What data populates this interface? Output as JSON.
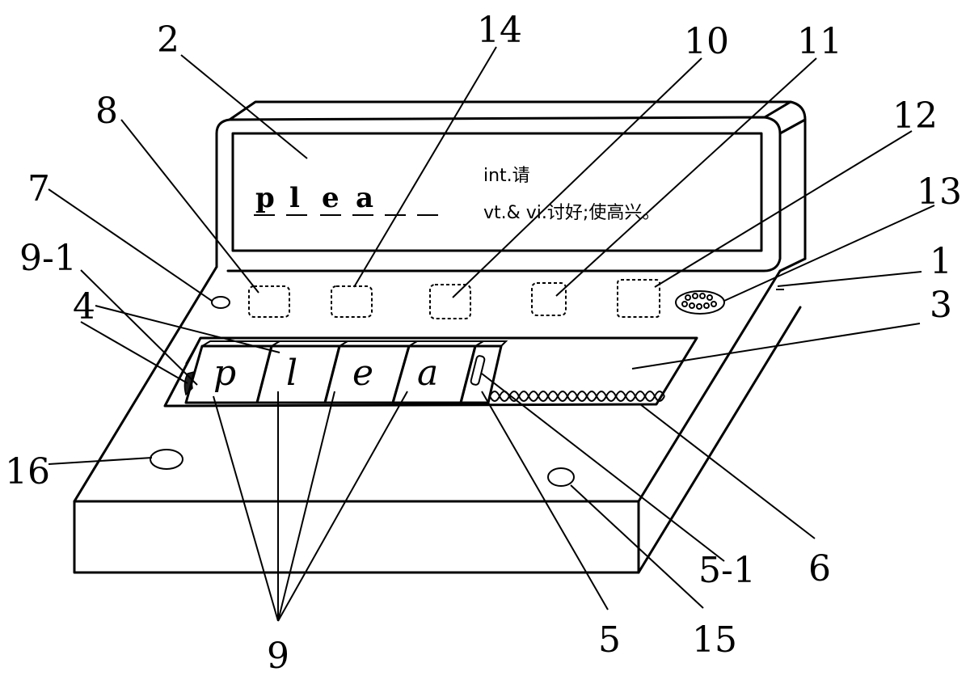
{
  "display": {
    "letters": [
      "p",
      "l",
      "e",
      "a"
    ],
    "definition_line1": "int.请",
    "definition_line2": "vt.& vi.讨好;使高兴。"
  },
  "tiles": [
    "p",
    "l",
    "e",
    "a"
  ],
  "labels": {
    "l1": "1",
    "l2": "2",
    "l3": "3",
    "l4": "4",
    "l5": "5",
    "l5_1": "5-1",
    "l6": "6",
    "l7": "7",
    "l8": "8",
    "l9": "9",
    "l9_1": "9-1",
    "l10": "10",
    "l11": "11",
    "l12": "12",
    "l13": "13",
    "l14": "14",
    "l15": "15",
    "l16": "16"
  }
}
